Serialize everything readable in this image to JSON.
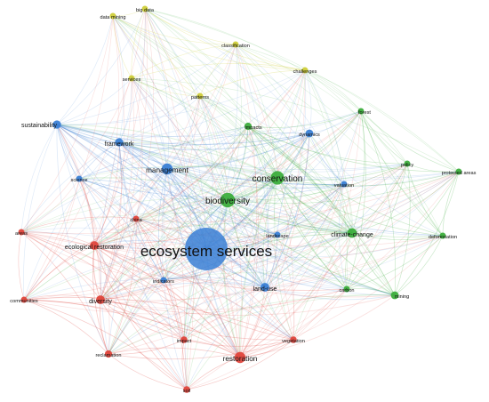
{
  "colors": {
    "blue": "#3a7fd5",
    "green": "#3cae3c",
    "red": "#e0463c",
    "yellow": "#cfcf3a"
  },
  "nodes": [
    {
      "id": "ecosystem-services",
      "label": "ecosystem services",
      "cluster": "blue",
      "weight": 100
    },
    {
      "id": "biodiversity",
      "label": "biodiversity",
      "cluster": "green",
      "weight": 28
    },
    {
      "id": "conservation",
      "label": "conservation",
      "cluster": "green",
      "weight": 24
    },
    {
      "id": "management",
      "label": "management",
      "cluster": "blue",
      "weight": 16
    },
    {
      "id": "restoration",
      "label": "restoration",
      "cluster": "red",
      "weight": 16
    },
    {
      "id": "climate-change",
      "label": "climate-change",
      "cluster": "green",
      "weight": 12
    },
    {
      "id": "land-use",
      "label": "land-use",
      "cluster": "blue",
      "weight": 10
    },
    {
      "id": "ecological-restoration",
      "label": "ecological restoration",
      "cluster": "red",
      "weight": 10
    },
    {
      "id": "diversity",
      "label": "diversity",
      "cluster": "red",
      "weight": 10
    },
    {
      "id": "sustainability",
      "label": "sustainability",
      "cluster": "blue",
      "weight": 9
    },
    {
      "id": "framework",
      "label": "framework",
      "cluster": "blue",
      "weight": 9
    },
    {
      "id": "dynamics",
      "label": "dynamics",
      "cluster": "blue",
      "weight": 8
    },
    {
      "id": "mining",
      "label": "mining",
      "cluster": "green",
      "weight": 8
    },
    {
      "id": "impacts",
      "label": "impacts",
      "cluster": "green",
      "weight": 7
    },
    {
      "id": "reclamation",
      "label": "reclamation",
      "cluster": "red",
      "weight": 7
    },
    {
      "id": "impact",
      "label": "impact",
      "cluster": "red",
      "weight": 6
    },
    {
      "id": "soil",
      "label": "soil",
      "cluster": "red",
      "weight": 6
    },
    {
      "id": "vegetation",
      "label": "vegetation",
      "cluster": "red",
      "weight": 6
    },
    {
      "id": "china",
      "label": "china",
      "cluster": "red",
      "weight": 5
    },
    {
      "id": "areas",
      "label": "areas",
      "cluster": "red",
      "weight": 5
    },
    {
      "id": "communities",
      "label": "communities",
      "cluster": "red",
      "weight": 5
    },
    {
      "id": "indicators",
      "label": "indicators",
      "cluster": "blue",
      "weight": 5
    },
    {
      "id": "landscape",
      "label": "landscape",
      "cluster": "blue",
      "weight": 5
    },
    {
      "id": "science",
      "label": "science",
      "cluster": "blue",
      "weight": 5
    },
    {
      "id": "valuation",
      "label": "valuation",
      "cluster": "blue",
      "weight": 5
    },
    {
      "id": "carbon",
      "label": "carbon",
      "cluster": "green",
      "weight": 5
    },
    {
      "id": "forest",
      "label": "forest",
      "cluster": "green",
      "weight": 5
    },
    {
      "id": "policy",
      "label": "policy",
      "cluster": "green",
      "weight": 5
    },
    {
      "id": "protected-areas",
      "label": "protected areas",
      "cluster": "green",
      "weight": 5
    },
    {
      "id": "deforestation",
      "label": "deforestation",
      "cluster": "green",
      "weight": 5
    },
    {
      "id": "data-mining",
      "label": "data mining",
      "cluster": "yellow",
      "weight": 5
    },
    {
      "id": "big-data",
      "label": "big data",
      "cluster": "yellow",
      "weight": 5
    },
    {
      "id": "classification",
      "label": "classification",
      "cluster": "yellow",
      "weight": 5
    },
    {
      "id": "challenges",
      "label": "challenges",
      "cluster": "yellow",
      "weight": 5
    },
    {
      "id": "services",
      "label": "services",
      "cluster": "yellow",
      "weight": 5
    },
    {
      "id": "patterns",
      "label": "patterns",
      "cluster": "yellow",
      "weight": 5
    }
  ]
}
